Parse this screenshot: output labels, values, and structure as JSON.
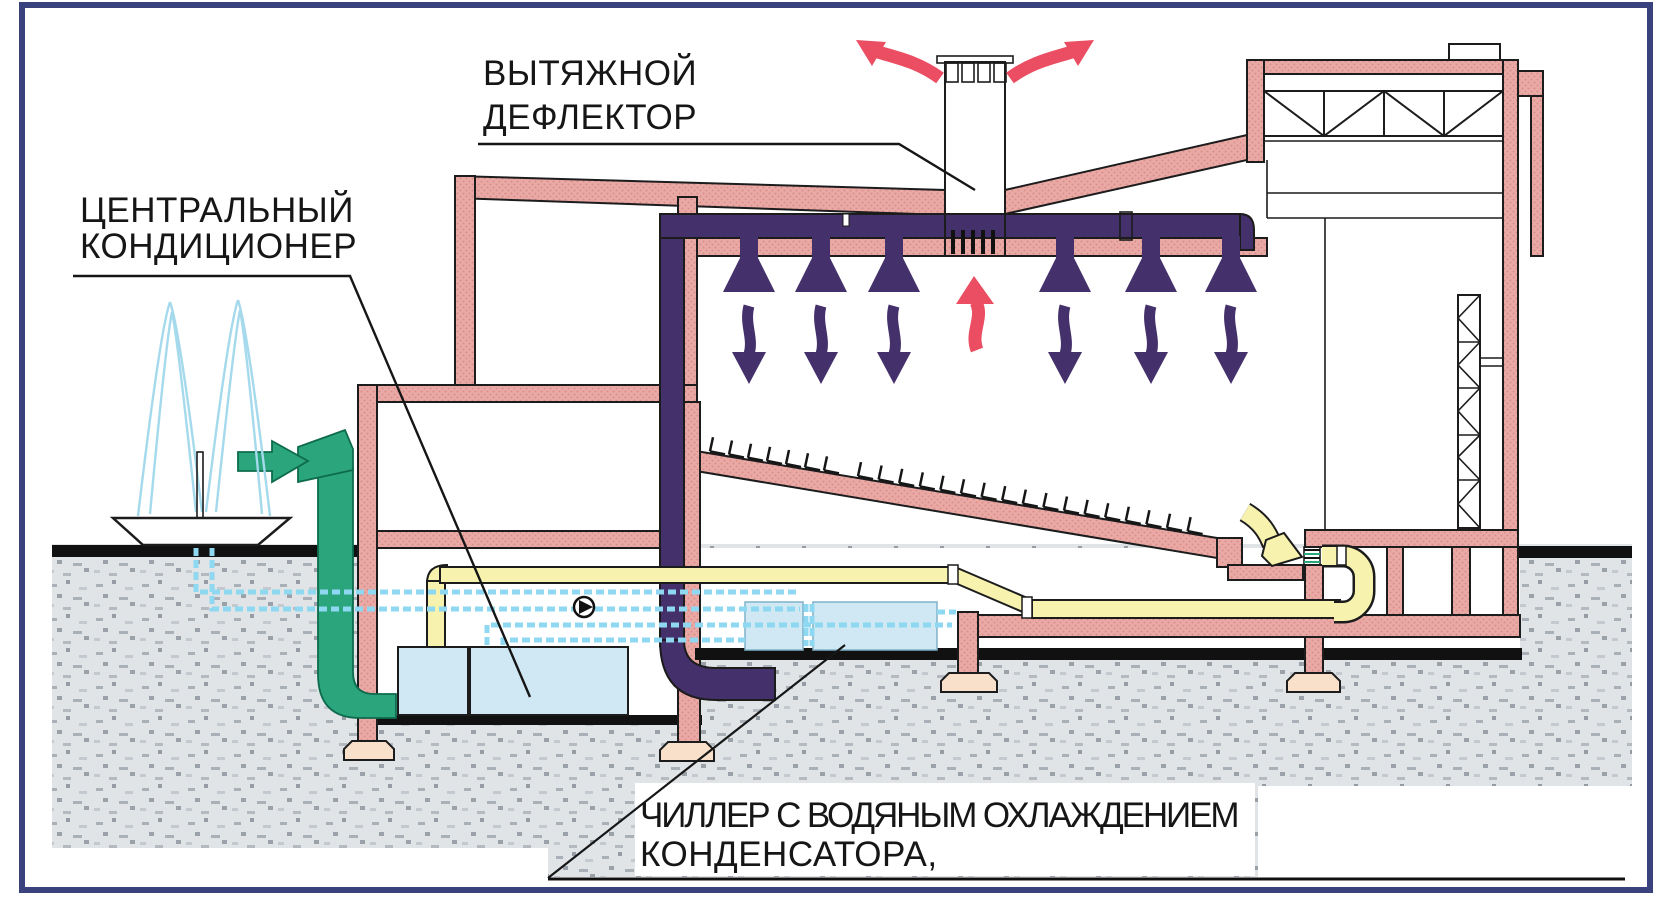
{
  "diagram": {
    "labels": {
      "exhaust_deflector": {
        "line1": "ВЫТЯЖНОЙ",
        "line2": "ДЕФЛЕКТОР"
      },
      "central_conditioner": {
        "line1": "ЦЕНТРАЛЬНЫЙ",
        "line2": "КОНДИЦИОНЕР"
      },
      "chiller": {
        "line1": "ЧИЛЛЕР С ВОДЯНЫМ ОХЛАЖДЕНИЕМ",
        "line2": "КОНДЕНСАТОРА,"
      }
    },
    "colors": {
      "wall_pink": "#eba9a6",
      "duct_purple": "#44306a",
      "duct_green": "#2aa57c",
      "duct_yellow": "#f7f2ae",
      "pipe_cyan": "#8fd8f2",
      "unit_blue": "#cfe8f3",
      "arrow_red": "#eb4d62",
      "soil_gray": "#e0e4e6",
      "frame_navy": "#39427c"
    }
  }
}
